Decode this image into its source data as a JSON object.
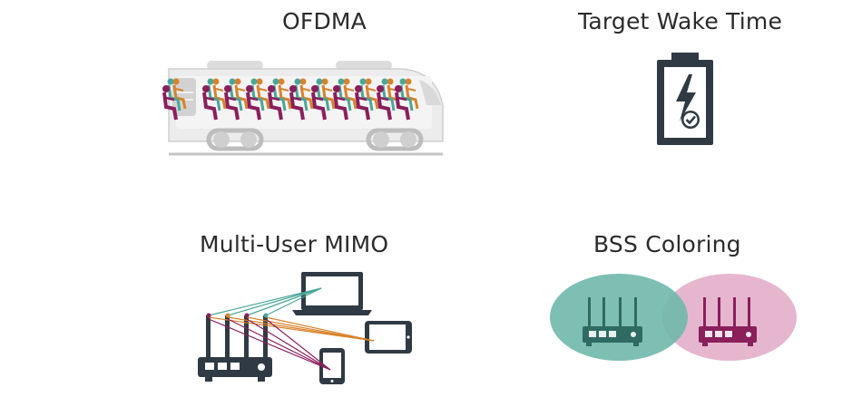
{
  "features": {
    "ofdma": {
      "title": "OFDMA",
      "icon": "train-with-passengers-icon"
    },
    "twt": {
      "title": "Target Wake Time",
      "icon": "battery-charging-check-icon"
    },
    "mumimo": {
      "title": "Multi-User MIMO",
      "icon": "router-multiple-devices-icon"
    },
    "bss": {
      "title": "BSS Coloring",
      "icon": "overlapping-colored-routers-icon"
    }
  },
  "colors": {
    "text": "#2b2b2b",
    "dark": "#2f3a44",
    "teal": "#4aa699",
    "teal_fill": "#6fb8ab",
    "pink_fill": "#e2a9c6",
    "magenta": "#8a1f5c",
    "orange": "#d9822b",
    "train_body": "#e8e8e8",
    "train_line": "#bdbdbd"
  }
}
